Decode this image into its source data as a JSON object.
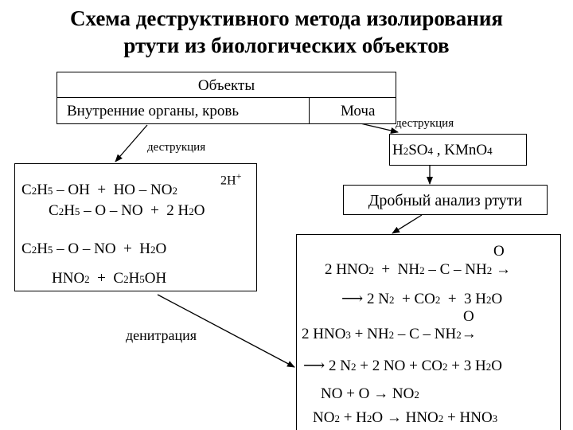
{
  "title": {
    "line1": "Схема деструктивного метода изолирования",
    "line2": "ртути из биологических объектов"
  },
  "objects_box": {
    "header": "Объекты",
    "left": "Внутренние органы, кровь",
    "right": "Моча"
  },
  "labels": {
    "destruction_left": "деструкция",
    "destruction_right": "деструкция",
    "denitration": "денитрация"
  },
  "reagents_box": {
    "h": "H",
    "h_sub": "2",
    "so": "SO",
    "so_sub": "4",
    "sep": " , ",
    "kmno": "KMnO",
    "kmno_sub": "4"
  },
  "fraction_box": {
    "label": "Дробный анализ ртути"
  },
  "left_box": {
    "hplus": "2H",
    "hplus_sup": "+",
    "r1a": "C",
    "r1a_s1": "2",
    "r1a_b": "H",
    "r1a_s2": "5",
    "r1a_c": " – OH  +  HO – NO",
    "r1a_s3": "2",
    "r1b": "C",
    "r1b_s1": "2",
    "r1b_b": "H",
    "r1b_s2": "5",
    "r1b_c": " – O – NO  +  2 H",
    "r1b_s3": "2",
    "r1b_d": "O",
    "r2a": "C",
    "r2a_s1": "2",
    "r2a_b": "H",
    "r2a_s2": "5",
    "r2a_c": " – O – NO  +  H",
    "r2a_s3": "2",
    "r2a_d": "O",
    "r2b": "HNO",
    "r2b_s1": "2",
    "r2b_b": "  +  C",
    "r2b_s2": "2",
    "r2b_c": "H",
    "r2b_s3": "5",
    "r2b_d": "OH"
  },
  "right_box": {
    "o_top1": "O",
    "e1a": "2 HNO",
    "e1a_s1": "2",
    "e1a_b": "  +  NH",
    "e1a_s2": "2",
    "e1a_c": " – C – NH",
    "e1a_s3": "2",
    "e1a_d": " →",
    "e1b_arrow": "⟶",
    "e1b": " 2 N",
    "e1b_s1": "2",
    "e1b_b": "  + CO",
    "e1b_s2": "2",
    "e1b_c": "  +  3 H",
    "e1b_s3": "2",
    "e1b_d": "O",
    "o_top2": "O",
    "e2a": "2 HNO",
    "e2a_s1": "3",
    "e2a_b": " + NH",
    "e2a_s2": "2",
    "e2a_c": " – C – NH",
    "e2a_s3": "2",
    "e2a_d": "→",
    "e2b_arrow": "⟶",
    "e2b": " 2 N",
    "e2b_s1": "2",
    "e2b_b": " + 2 NO + CO",
    "e2b_s2": "2",
    "e2b_c": " + 3 H",
    "e2b_s3": "2",
    "e2b_d": "O",
    "e3": "NO + O → NO",
    "e3_s1": "2",
    "e4": "NO",
    "e4_s1": "2",
    "e4_b": " + H",
    "e4_s2": "2",
    "e4_c": "O → HNO",
    "e4_s3": "2",
    "e4_d": " + HNO",
    "e4_s4": "3"
  }
}
